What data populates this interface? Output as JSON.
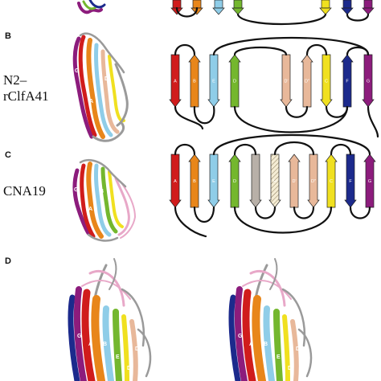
{
  "panels": {
    "b": {
      "letter": "B",
      "protein": "N2–\nrClfA41",
      "strands": [
        "A",
        "B",
        "E",
        "D",
        "D'",
        "D''",
        "C",
        "F",
        "G"
      ]
    },
    "c": {
      "letter": "C",
      "protein": "CNA19",
      "strands": [
        "A",
        "B",
        "E",
        "D",
        "H",
        "D'",
        "D''",
        "C",
        "F",
        "G"
      ]
    },
    "d": {
      "letter": "D"
    }
  },
  "colors": {
    "A": "#d01c1c",
    "B": "#e8861a",
    "E": "#8fcde8",
    "D": "#74b72e",
    "H": "#f2ead0",
    "Dp": "#e8b89a",
    "Dpp": "#e8b89a",
    "C": "#f0e020",
    "F": "#1c2a8c",
    "G": "#8c1c7c",
    "gray": "#9a9a9a",
    "pink": "#e8a8c8"
  }
}
